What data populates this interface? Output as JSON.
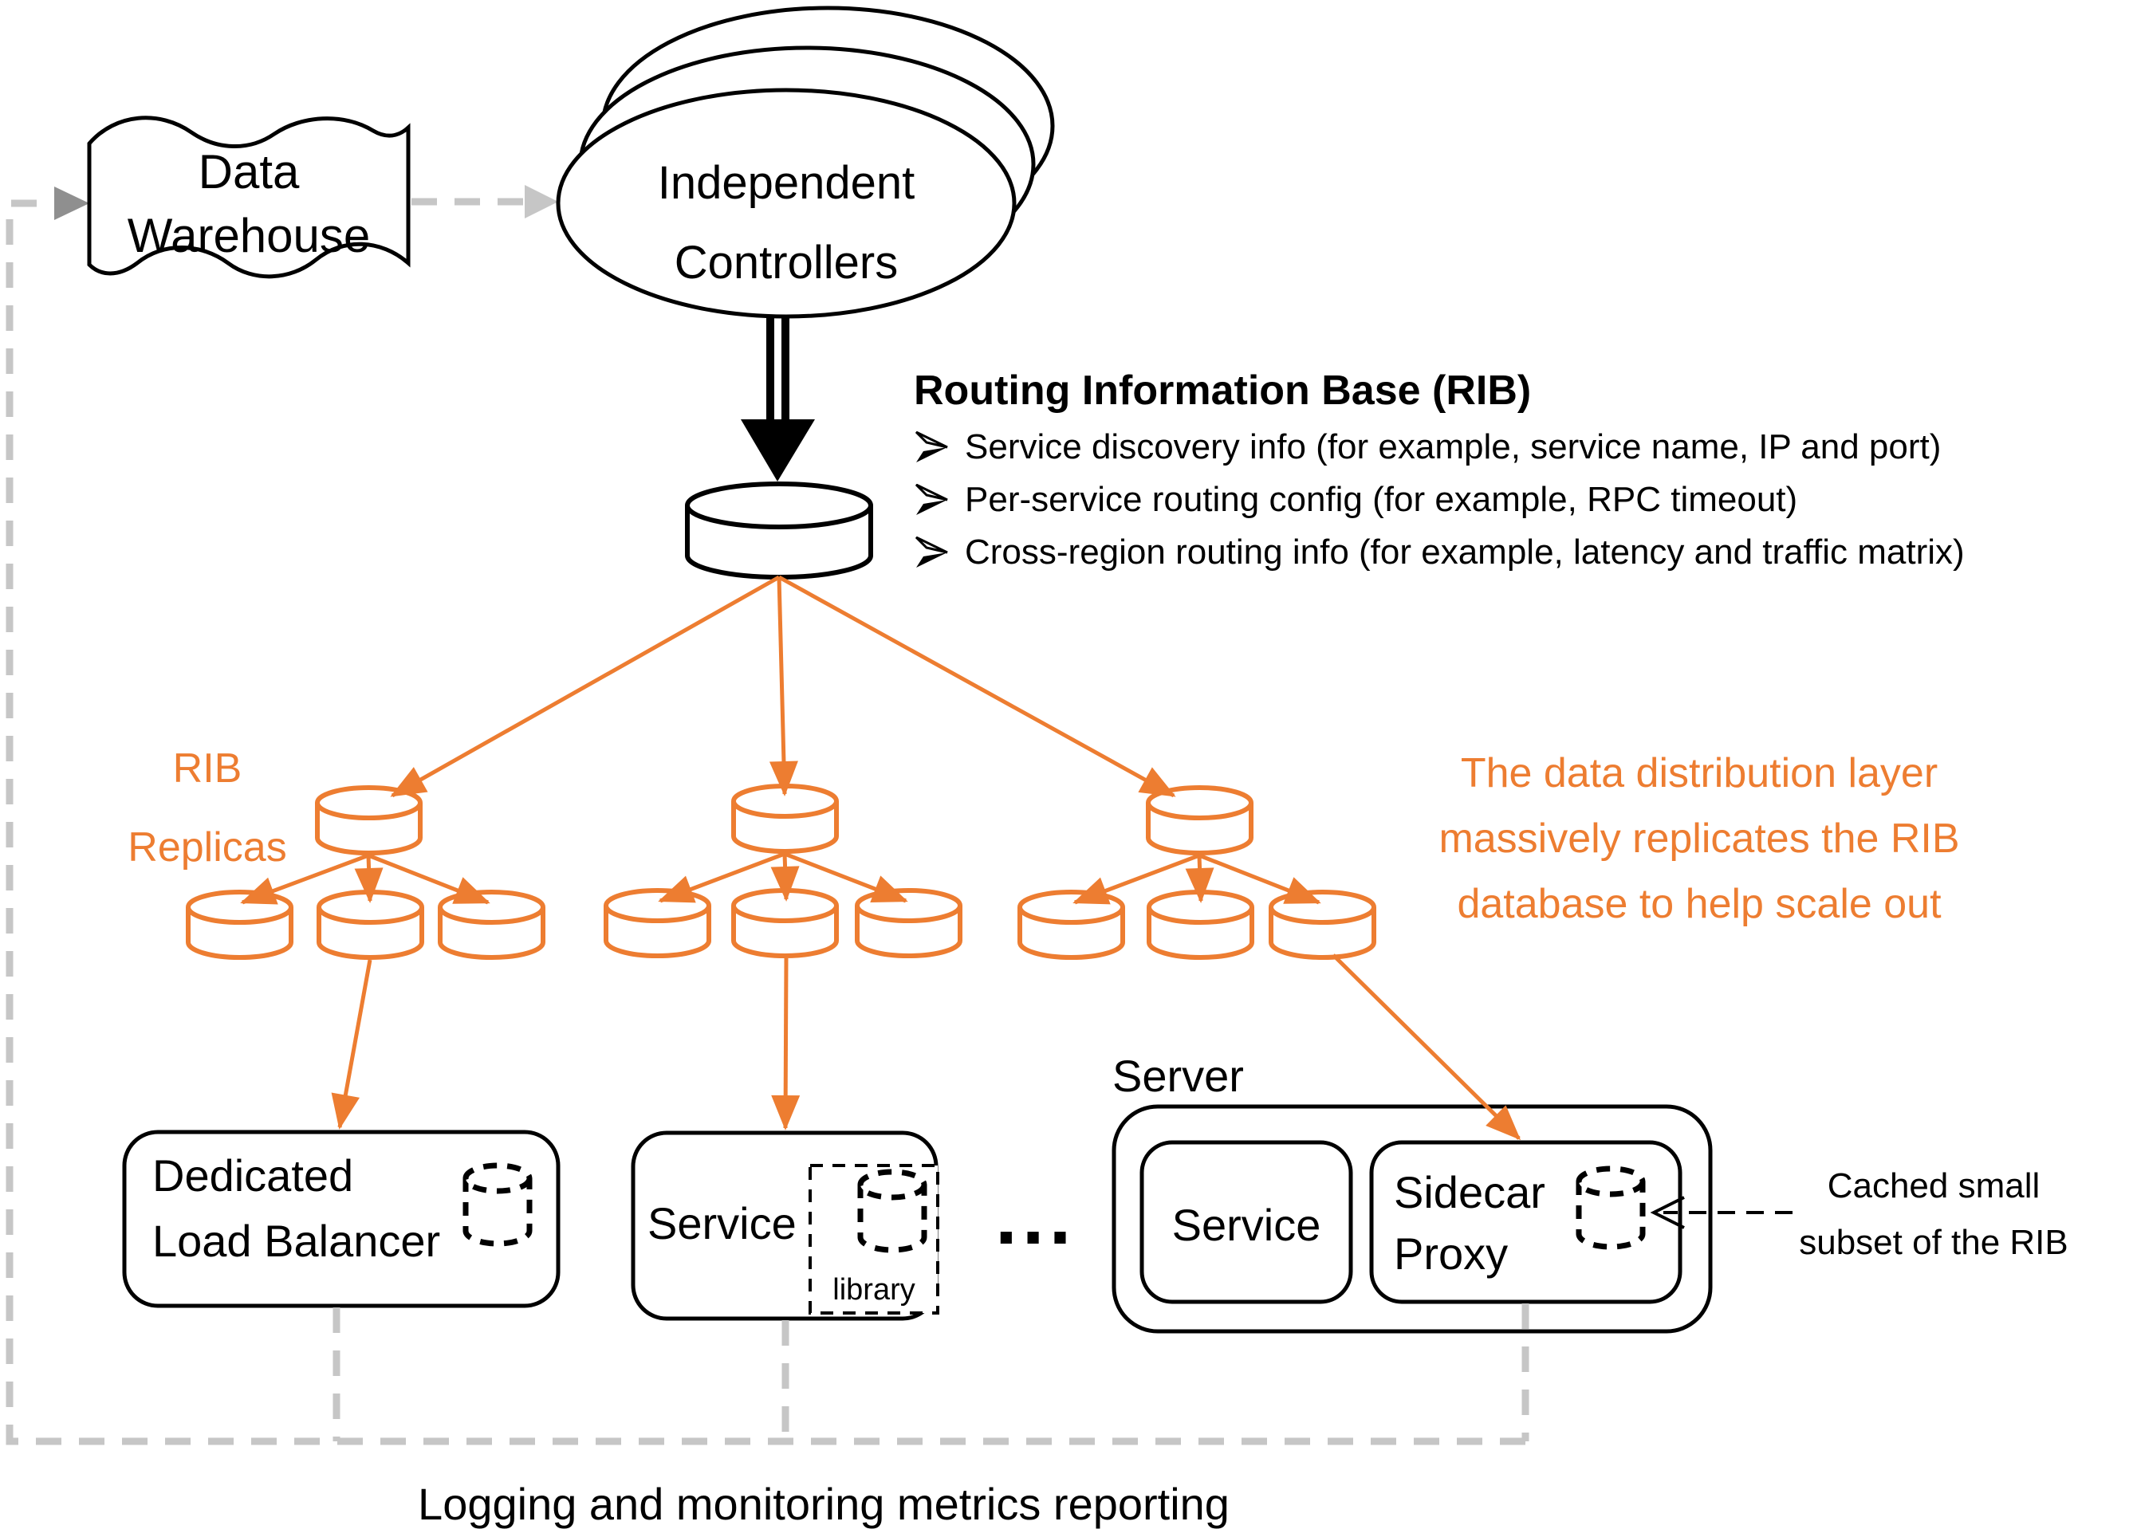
{
  "colors": {
    "orange": "#ED7D31",
    "dash_gray": "#C6C6C6",
    "ink": "#000000"
  },
  "warehouse": {
    "label": "Data\nWarehouse"
  },
  "controllers": {
    "label": "Independent\nControllers"
  },
  "rib": {
    "title": "Routing Information Base (RIB)",
    "items": [
      "Service discovery info (for example, service name, IP and port)",
      "Per-service routing config (for example, RPC timeout)",
      "Cross-region routing info (for example, latency and traffic matrix)"
    ]
  },
  "replicas": {
    "label": "RIB\nReplicas",
    "note": "The data distribution layer\nmassively replicates the RIB\ndatabase to help scale out"
  },
  "edge": {
    "dedicated_lb": "Dedicated\nLoad Balancer",
    "service": "Service",
    "library": "library",
    "ellipsis": "...",
    "server": "Server",
    "server_service": "Service",
    "sidecar": "Sidecar\nProxy",
    "cached_note": "Cached small\nsubset of the RIB"
  },
  "footer": {
    "note": "Logging and monitoring metrics reporting"
  }
}
